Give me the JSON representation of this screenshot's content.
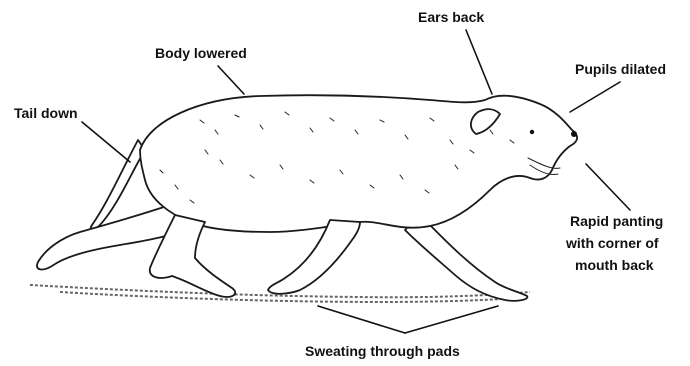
{
  "labels": {
    "tail": "Tail down",
    "body": "Body lowered",
    "ears": "Ears back",
    "pupils": "Pupils dilated",
    "panting_line1": "Rapid panting",
    "panting_line2": "with corner of",
    "panting_line3": "mouth back",
    "pads": "Sweating through pads"
  },
  "colors": {
    "ink": "#111111",
    "background": "#ffffff"
  }
}
